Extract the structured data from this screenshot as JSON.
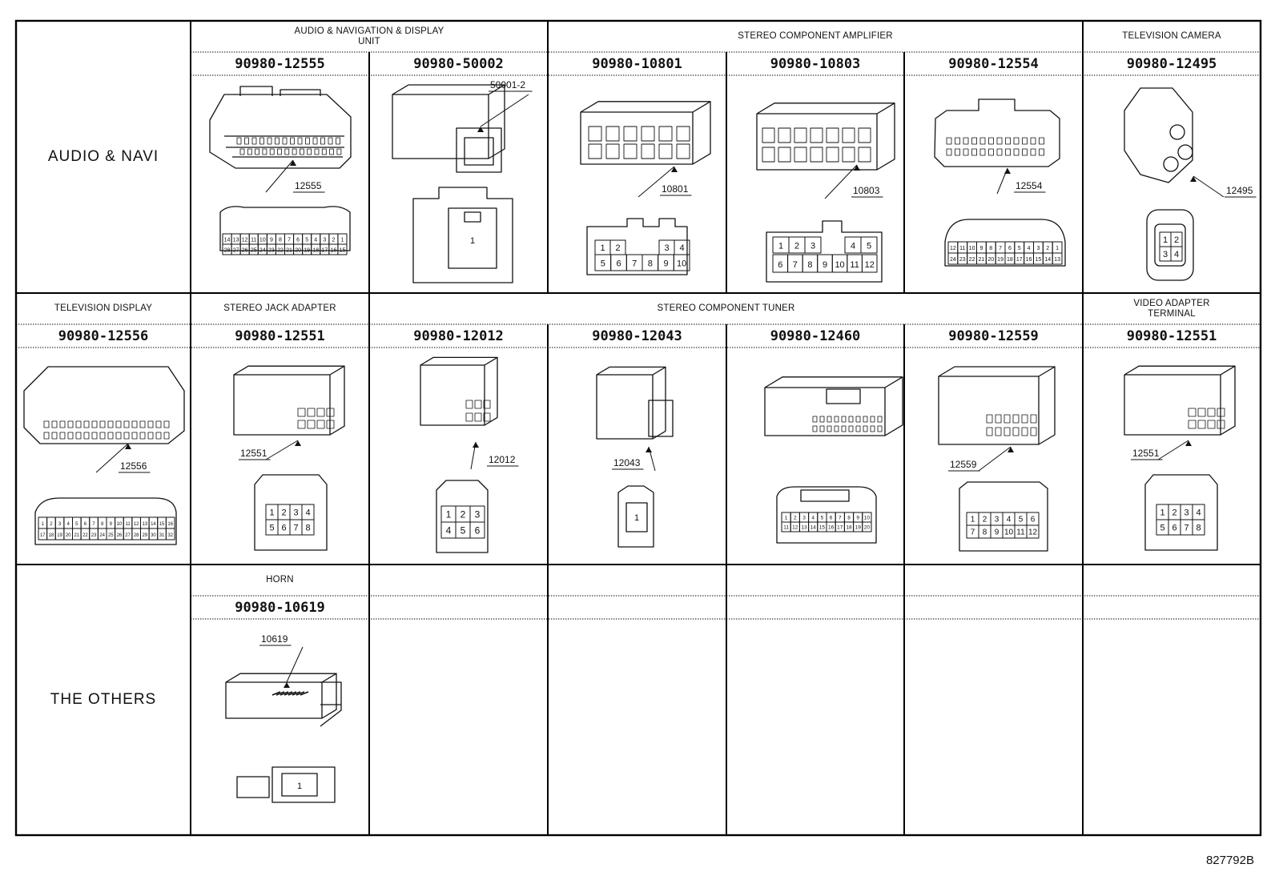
{
  "sheet": {
    "row_labels": [
      "AUDIO & NAVI",
      "THE OTHERS"
    ],
    "footer_code": "827792B"
  },
  "rows": [
    {
      "headers": [
        {
          "text": "AUDIO & NAVIGATION & DISPLAY\nUNIT"
        },
        {
          "text": "STEREO COMPONENT AMPLIFIER"
        },
        {
          "text": "TELEVISION CAMERA"
        }
      ],
      "parts": [
        "90980-12555",
        "90980-50002",
        "90980-10801",
        "90980-10803",
        "90980-12554",
        "90980-12495"
      ],
      "callouts": [
        "12555",
        "50001-2",
        "10801",
        "10803",
        "12554",
        "12495"
      ]
    },
    {
      "headers": [
        {
          "text": "TELEVISION DISPLAY"
        },
        {
          "text": "STEREO JACK ADAPTER"
        },
        {
          "text": "STEREO COMPONENT TUNER"
        },
        {
          "text": "VIDEO ADAPTER\nTERMINAL"
        }
      ],
      "parts": [
        "90980-12556",
        "90980-12551",
        "90980-12012",
        "90980-12043",
        "90980-12460",
        "90980-12559",
        "90980-12551"
      ],
      "callouts": [
        "12556",
        "12551",
        "12012",
        "12043",
        "",
        "12559",
        "12551"
      ]
    },
    {
      "headers": [
        {
          "text": "HORN"
        }
      ],
      "parts": [
        "90980-10619"
      ],
      "callouts": [
        "10619"
      ]
    }
  ],
  "pins": {
    "a_12555_top": [
      "14",
      "13",
      "12",
      "11",
      "10",
      "9",
      "8",
      "7",
      "6",
      "5",
      "4",
      "3",
      "2",
      "1"
    ],
    "a_12555_bot": [
      "28",
      "27",
      "26",
      "25",
      "24",
      "23",
      "22",
      "21",
      "20",
      "19",
      "18",
      "17",
      "16",
      "15"
    ],
    "a_50002": [
      "1"
    ],
    "a_10801_top": [
      "1",
      "2",
      "3",
      "4"
    ],
    "a_10801_bot": [
      "5",
      "6",
      "7",
      "8",
      "9",
      "10"
    ],
    "a_10803_top": [
      "1",
      "2",
      "3",
      "4",
      "5"
    ],
    "a_10803_bot": [
      "6",
      "7",
      "8",
      "9",
      "10",
      "11",
      "12"
    ],
    "a_12554_top": [
      "12",
      "11",
      "10",
      "9",
      "8",
      "7",
      "6",
      "5",
      "4",
      "3",
      "2",
      "1"
    ],
    "a_12554_bot": [
      "24",
      "23",
      "22",
      "21",
      "20",
      "19",
      "18",
      "17",
      "16",
      "15",
      "14",
      "13"
    ],
    "a_12495_top": [
      "1",
      "2"
    ],
    "a_12495_bot": [
      "3",
      "4"
    ],
    "b_12556_top": [
      "1",
      "2",
      "3",
      "4",
      "5",
      "6",
      "7",
      "8",
      "9",
      "10",
      "11",
      "12",
      "13",
      "14",
      "15",
      "16"
    ],
    "b_12556_bot": [
      "17",
      "18",
      "19",
      "20",
      "21",
      "22",
      "23",
      "24",
      "25",
      "26",
      "27",
      "28",
      "29",
      "30",
      "31",
      "32"
    ],
    "b_12551_top": [
      "1",
      "2",
      "3",
      "4"
    ],
    "b_12551_bot": [
      "5",
      "6",
      "7",
      "8"
    ],
    "b_12012_top": [
      "1",
      "2",
      "3"
    ],
    "b_12012_bot": [
      "4",
      "5",
      "6"
    ],
    "b_12043": [
      "1"
    ],
    "b_12460_top": [
      "1",
      "2",
      "3",
      "4",
      "5",
      "6",
      "7",
      "8",
      "9",
      "10"
    ],
    "b_12460_bot": [
      "11",
      "12",
      "13",
      "14",
      "15",
      "16",
      "17",
      "18",
      "19",
      "20"
    ],
    "b_12559_top": [
      "1",
      "2",
      "3",
      "4",
      "5",
      "6"
    ],
    "b_12559_bot": [
      "7",
      "8",
      "9",
      "10",
      "11",
      "12"
    ],
    "c_10619": [
      "1"
    ]
  }
}
